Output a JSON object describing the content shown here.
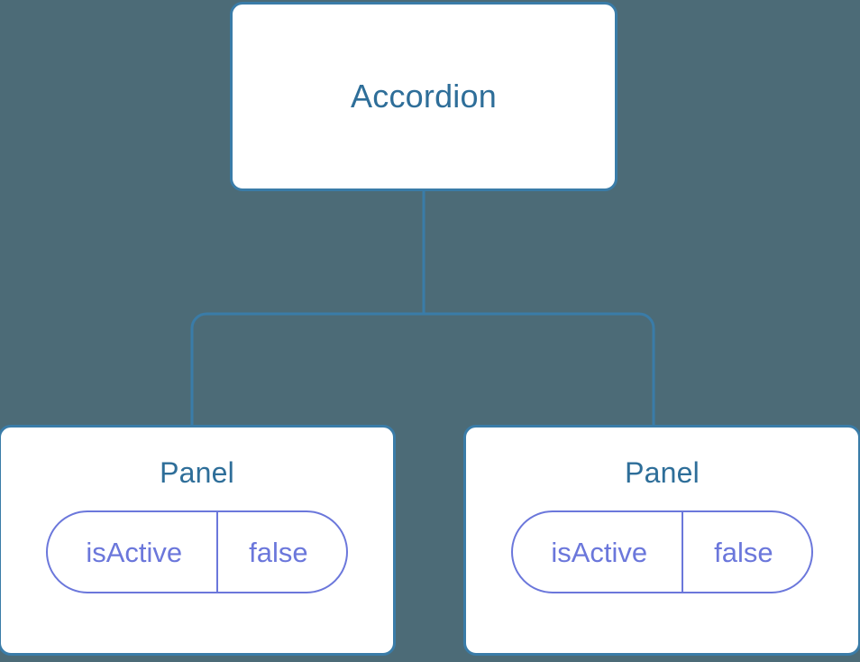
{
  "diagram": {
    "type": "component-tree",
    "background_color": "#4C6B77",
    "node_border_color": "#3A7CA8",
    "node_fill_color": "#FFFFFF",
    "node_title_color": "#2E6E99",
    "state_pill_color": "#6B77DB",
    "connector_color": "#3A7CA8",
    "root": {
      "label": "Accordion"
    },
    "children": [
      {
        "label": "Panel",
        "state": {
          "key": "isActive",
          "value": "false"
        }
      },
      {
        "label": "Panel",
        "state": {
          "key": "isActive",
          "value": "false"
        }
      }
    ]
  }
}
